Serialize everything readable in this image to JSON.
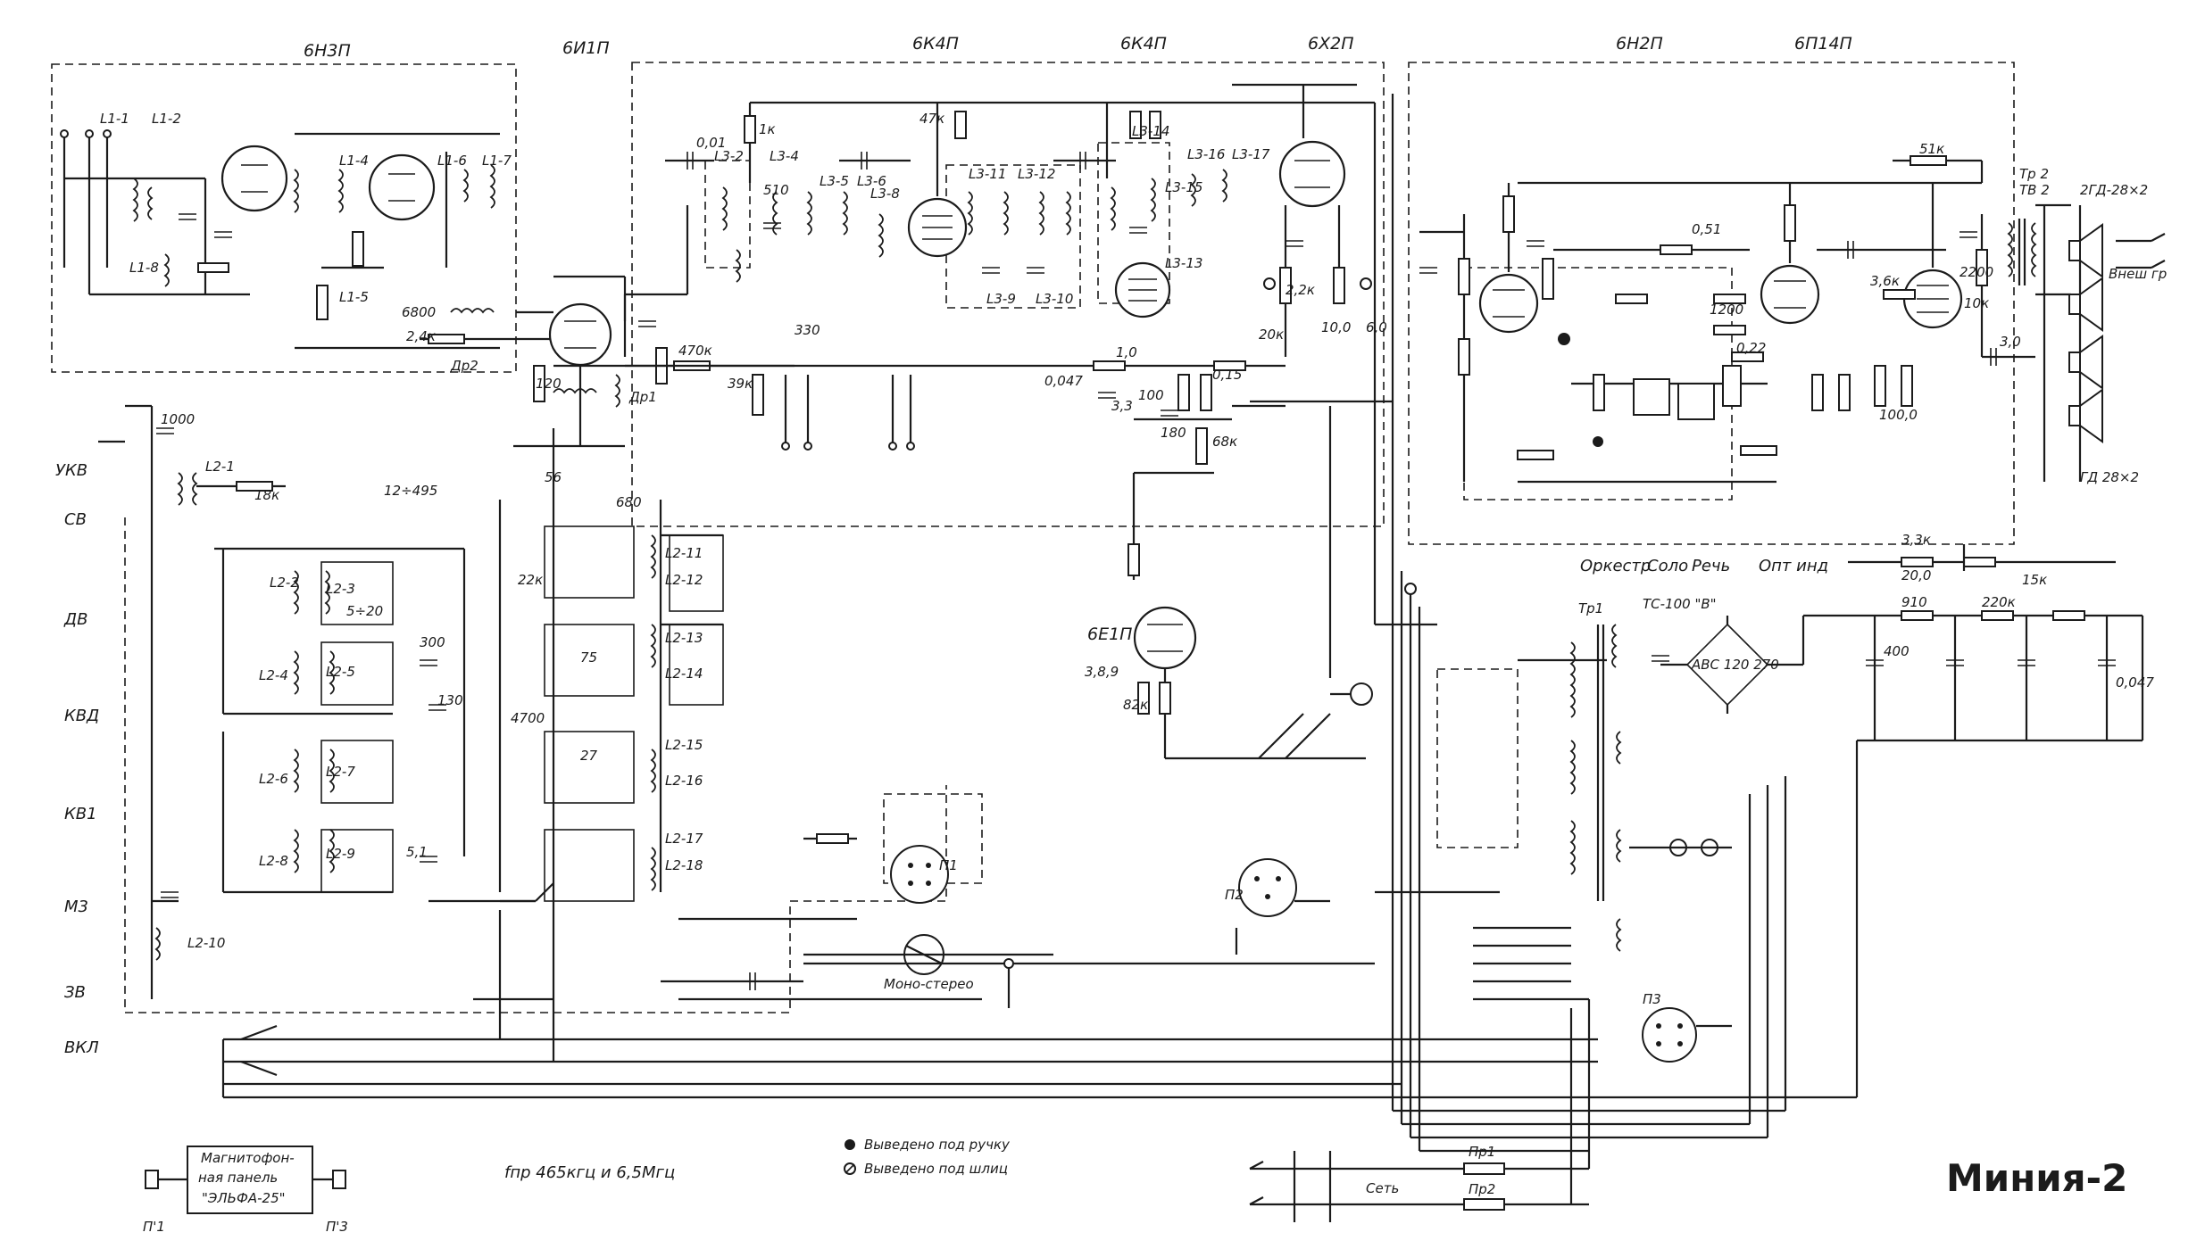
{
  "title": "Миния-2",
  "tubes": {
    "rf": "6Н3П",
    "mixer": "6И1П",
    "if1": "6К4П",
    "if2": "6К4П",
    "det": "6Х2П",
    "af": "6Н2П",
    "out": "6П14П",
    "ind": "6Е1П"
  },
  "bands": {
    "ukv": "УКВ",
    "sv": "СВ",
    "dv": "ДВ",
    "kvd": "КВД",
    "kv1": "КВ1",
    "m3": "М3",
    "zv": "ЗВ",
    "vkl": "ВКЛ"
  },
  "tone_controls": {
    "orchestra": "Оркестр",
    "solo": "Соло",
    "speech": "Речь",
    "opt_ind": "Опт инд"
  },
  "tape_panel": {
    "line1": "Магнитофон-",
    "line2": "ная панель",
    "line3": "\"ЭЛЬФА-25\"",
    "plug1": "П'1",
    "plug2": "П'3"
  },
  "legend": {
    "handle": "Выведено под ручку",
    "slot": "Выведено под шлиц"
  },
  "freq_note": "fпр 465кгц и 6,5Мгц",
  "mono_stereo": "Моно-стерео",
  "power": {
    "net": "Сеть",
    "fuse1": "Пр1",
    "fuse2": "Пр2",
    "transformer": "Тр1",
    "ts": "ТС-100 \"В\"",
    "rect": "АВС 120 270"
  },
  "output": {
    "tr": "Тр 2",
    "tv": "ТВ 2",
    "spk_top": "2ГД-28×2",
    "ext": "Внеш гр",
    "spk_bot": "ГД 28×2"
  },
  "plugs": {
    "p1": "П1",
    "p2": "П2",
    "p3": "П3",
    "dr1": "Др1",
    "dr2": "Др2"
  },
  "component_labels": [
    "0,01",
    "1к",
    "47к",
    "510",
    "330",
    "100",
    "6800",
    "2,4к",
    "470к",
    "39к",
    "120",
    "22к",
    "3,3",
    "180",
    "0,15",
    "68к",
    "0,047",
    "1,0",
    "20к",
    "2,2к",
    "10,0",
    "6,0",
    "0,51",
    "1200",
    "0,22",
    "2200",
    "10к",
    "51к",
    "3,6к",
    "100,0",
    "3,0",
    "3,3к",
    "20,0",
    "15к",
    "910",
    "220к",
    "400",
    "0,047",
    "82к",
    "3,8,9",
    "L2-1",
    "L2-2",
    "L2-3",
    "L2-4",
    "L2-5",
    "L2-6",
    "L2-7",
    "L2-8",
    "L2-9",
    "L2-10",
    "L2-11",
    "L2-12",
    "L2-13",
    "L2-14",
    "L2-15",
    "L2-16",
    "L2-17",
    "L2-18",
    "L1-1",
    "L1-2",
    "L1-4",
    "L1-5",
    "L1-6",
    "L1-7",
    "L1-8",
    "L3-2",
    "L3-4",
    "L3-5",
    "L3-6",
    "L3-8",
    "L3-9",
    "L3-10",
    "L3-11",
    "L3-12",
    "L3-13",
    "L3-14",
    "L3-15",
    "L3-16",
    "L3-17",
    "18к",
    "1000",
    "12÷495",
    "56",
    "680",
    "5÷20",
    "300",
    "130",
    "4700",
    "75",
    "27",
    "5,1"
  ]
}
